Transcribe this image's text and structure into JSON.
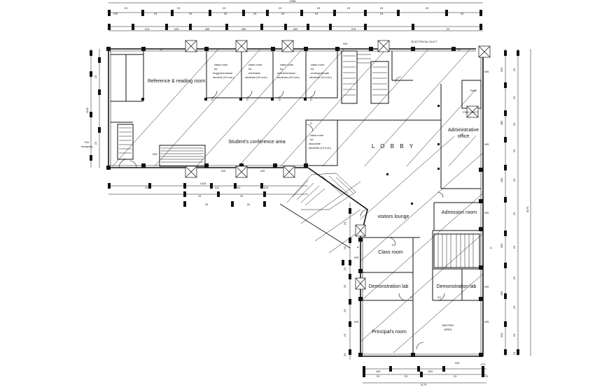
{
  "rooms": {
    "reference": "Reference & reading room",
    "conference": "Student's conference area",
    "lobby": "L O B B Y",
    "admin_office_1": "Administrative",
    "admin_office_2": "office",
    "visitors": "visitors lounge",
    "admission": "Admission room",
    "classroom": "Class room",
    "demo_lab": "Demonstration lab",
    "principal": "Principal's room",
    "waiting_1": "WAITING",
    "waiting_2": "AREA",
    "fire_1": "Fire",
    "fire_2": "escaping",
    "toilet": "Toilet",
    "electrical_duct": "ELECTRICAL DUCT",
    "pwd_duct": "PWD DUCT"
  },
  "class_rooms": [
    [
      "class room",
      "for",
      "engg.technician",
      "student (10 nos.)"
    ],
    [
      "class room",
      "for",
      "mechanic",
      "students (10 nos.)"
    ],
    [
      "class room",
      "for",
      "skill technician",
      "students (10 nos.)"
    ],
    [
      "class room",
      "for",
      "undergraduate",
      "students (10 nos.)"
    ],
    [
      "class room",
      "for",
      "associate",
      "students (10 nos.)"
    ]
  ],
  "tags": {
    "ws": "WS",
    "dw": "DW",
    "d": "D",
    "d1": "D1",
    "w": "W",
    "a": "A"
  },
  "dims": {
    "overall_top": "3785",
    "overall_right": "3175",
    "overall_bottom": "1175",
    "top_row_1": [
      "23",
      "23",
      "23",
      "23",
      "23",
      "23",
      "23",
      "23"
    ],
    "top_row_2": [
      "100",
      "23",
      "23",
      "23",
      "23",
      "23",
      "23",
      "23",
      "23"
    ],
    "top_row_2b": [
      "210",
      "225",
      "395",
      "395",
      "390",
      "375",
      "22"
    ],
    "left": [
      "1115",
      "23",
      "23"
    ],
    "right": [
      "23",
      "23",
      "23",
      "23",
      "23",
      "23",
      "23",
      "23",
      "23",
      "23",
      "23"
    ],
    "right_inner": [
      "320",
      "485",
      "400",
      "430",
      "495",
      "310"
    ],
    "mid": [
      "1415",
      "23",
      "23",
      "23",
      "23"
    ],
    "mid_b": [
      "753",
      "310",
      "310",
      "375"
    ],
    "bottom": [
      "23",
      "23",
      "23",
      "23"
    ],
    "bottom_b": [
      "440",
      "520",
      "170"
    ],
    "wing_left": [
      "23",
      "23",
      "23",
      "23",
      "23",
      "23",
      "23"
    ]
  }
}
